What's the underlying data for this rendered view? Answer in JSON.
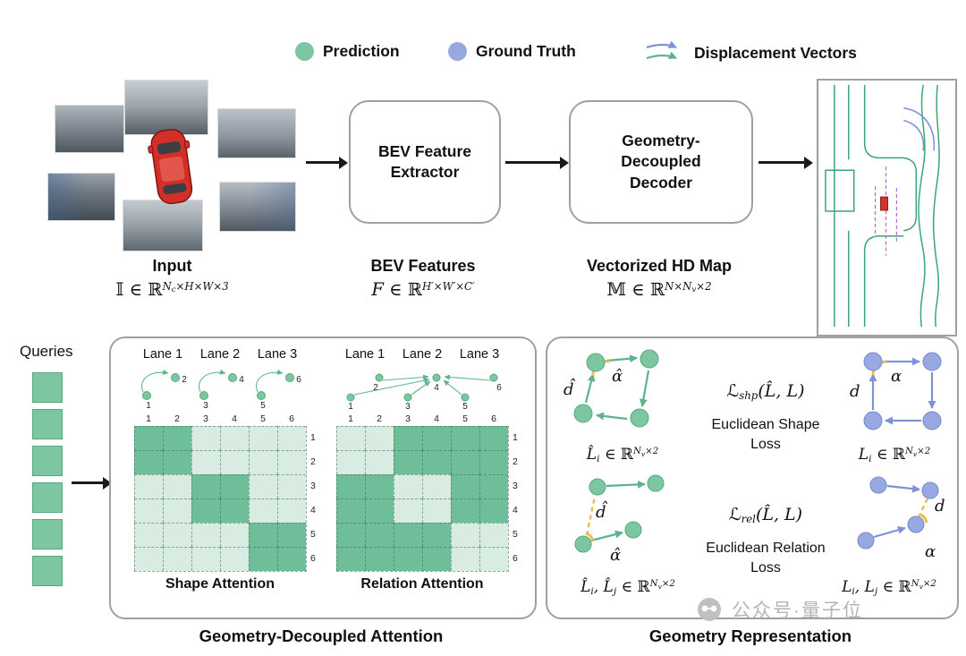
{
  "colors": {
    "prediction": "#7dc6a2",
    "prediction_border": "#57a87f",
    "ground_truth": "#98a9e2",
    "ground_truth_border": "#7388d2",
    "cell_dark": "#6fbe9a",
    "cell_light": "#d9ece2",
    "arc_yellow": "#f2b94b",
    "green_line": "#5fb38c",
    "blue_line": "#7d92d8",
    "box_border": "#9aa2a8"
  },
  "legend": {
    "prediction_label": "Prediction",
    "ground_truth_label": "Ground Truth",
    "displacement_label": "Displacement Vectors"
  },
  "pipeline": {
    "input_label": "Input",
    "bev_box_line1": "BEV Feature",
    "bev_box_line2": "Extractor",
    "decoder_line1": "Geometry-",
    "decoder_line2": "Decoupled",
    "decoder_line3": "Decoder",
    "bev_label": "BEV Features",
    "map_label": "Vectorized HD Map",
    "formulas": {
      "input": {
        "lhs": "𝕀",
        "mid": " ∈ ℝ",
        "sup_a": "N",
        "sup_sub": "c",
        "sup_b": "×H×W×3"
      },
      "bev": {
        "lhs": "F",
        "mid": " ∈ ℝ",
        "sup": "H′×W′×C′"
      },
      "map": {
        "lhs": "𝕄",
        "mid": " ∈ ℝ",
        "sup_a": "N×N",
        "sup_sub": "v",
        "sup_b": "×2"
      }
    }
  },
  "attention": {
    "queries_label": "Queries",
    "queries_count": 6,
    "title": "Geometry-Decoupled Attention",
    "lanes": [
      "Lane 1",
      "Lane 2",
      "Lane 3"
    ],
    "indices": [
      "1",
      "2",
      "3",
      "4",
      "5",
      "6"
    ],
    "shape": {
      "label": "Shape Attention",
      "matrix": [
        [
          1,
          1,
          0,
          0,
          0,
          0
        ],
        [
          1,
          1,
          0,
          0,
          0,
          0
        ],
        [
          0,
          0,
          1,
          1,
          0,
          0
        ],
        [
          0,
          0,
          1,
          1,
          0,
          0
        ],
        [
          0,
          0,
          0,
          0,
          1,
          1
        ],
        [
          0,
          0,
          0,
          0,
          1,
          1
        ]
      ]
    },
    "relation": {
      "label": "Relation Attention",
      "matrix": [
        [
          0,
          0,
          1,
          1,
          1,
          1
        ],
        [
          0,
          0,
          1,
          1,
          1,
          1
        ],
        [
          1,
          1,
          0,
          0,
          1,
          1
        ],
        [
          1,
          1,
          0,
          0,
          1,
          1
        ],
        [
          1,
          1,
          1,
          1,
          0,
          0
        ],
        [
          1,
          1,
          1,
          1,
          0,
          0
        ]
      ]
    }
  },
  "geometry": {
    "title": "Geometry Representation",
    "shape_loss": {
      "cal": "ℒ",
      "sub": "shp",
      "args": "(L̂, L)",
      "caption": "Euclidean Shape Loss"
    },
    "relation_loss": {
      "cal": "ℒ",
      "sub": "rel",
      "args": "(L̂, L)",
      "caption": "Euclidean Relation Loss"
    },
    "pred_shape": {
      "d": "d̂",
      "alpha": "α̂",
      "formula": {
        "lhs": "L̂",
        "sub": "i",
        "mid": " ∈ ℝ",
        "sup_a": "N",
        "sup_sub": "v",
        "sup_b": "×2"
      }
    },
    "gt_shape": {
      "d": "d",
      "alpha": "α",
      "formula": {
        "lhs": "L",
        "sub": "i",
        "mid": " ∈ ℝ",
        "sup_a": "N",
        "sup_sub": "v",
        "sup_b": "×2"
      }
    },
    "pred_rel": {
      "d": "d̂",
      "alpha": "α̂",
      "formula": {
        "lhs": "L̂",
        "sub": "i",
        "lhs2": ", L̂",
        "sub2": "j",
        "mid": " ∈ ℝ",
        "sup_a": "N",
        "sup_sub": "v",
        "sup_b": "×2"
      }
    },
    "gt_rel": {
      "d": "d",
      "alpha": "α",
      "formula": {
        "lhs": "L",
        "sub": "i",
        "lhs2": ", L",
        "sub2": "j",
        "mid": " ∈ ℝ",
        "sup_a": "N",
        "sup_sub": "v",
        "sup_b": "×2"
      }
    }
  },
  "watermark": {
    "text": "公众号·量子位"
  }
}
